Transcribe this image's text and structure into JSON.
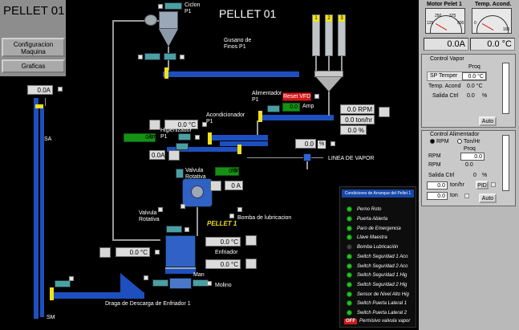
{
  "window": {
    "title": "PELLET  01",
    "diagram_title": "PELLET  01"
  },
  "menu": {
    "config": "Configuracion\nMaquina",
    "graficas": "Graficas"
  },
  "labels": {
    "ciclon": "Ciclon\nP1",
    "gusano": "Gusano de\nFinos P1",
    "alimentador": "Alimentador\nP1",
    "acondicionador": "Acondicionador\nP1",
    "higienizador": "Higienizador\nP1",
    "valvula_rot1": "Valvula\nRotativa",
    "valvula_rot2": "Valvula\nRotativa",
    "linea_vapor": "LINEA DE VAPOR",
    "bomba_lub": "Bomba de lubricacion",
    "pellet1": "PELLET 1",
    "enfriador": "Enfriador",
    "molino": "Molino",
    "man": "Man",
    "draga": "Draga de Descarga de Enfriador 1",
    "sa": "SA",
    "sm": "SM"
  },
  "readouts": {
    "left_amp": "0.0A",
    "acond_temp": "0.0 °C",
    "higien_amp": "0.0",
    "amp_unit": "Amp",
    "valv_amp": "0.0A",
    "motor_amp": "0 A",
    "motor_hz": "0.0",
    "hz_unit": "Hz",
    "alim_amp": "0.0",
    "alim_rpm": "0.0 RPM",
    "alim_ton": "0.0 ton/hr",
    "alim_pct": "0.0 %",
    "vapor_pct": "0.0",
    "pct_unit": "%",
    "enfr_temp1": "0.0 °C",
    "enfr_temp2": "0.0 °C",
    "molino_temp": "0.0 °C",
    "reset_vfd": "Reset VFD"
  },
  "right": {
    "motor_title": "Motor Pelet 1",
    "temp_title": "Temp. Acond.",
    "gauge1_ticks": [
      "125",
      "250",
      "375",
      "500"
    ],
    "gauge2_ticks": [
      "0",
      "100"
    ],
    "motor_val": "0.0A",
    "temp_val": "0.0 °C",
    "vapor": {
      "title": "Control Vapor",
      "proq": "Proq",
      "sp": "SP Temper",
      "sp_val": "0.0 °C",
      "acond": "Temp. Acond",
      "acond_val": "0.0 °C",
      "salida": "Salida Ctrl",
      "salida_val": "0.0",
      "salida_unit": "%",
      "auto": "Auto"
    },
    "alim": {
      "title": "Control Alimentador",
      "rpm_opt": "RPM",
      "ton_opt": "Ton/Hr",
      "proq": "Proq",
      "rpm1": "RPM",
      "rpm1_val": "0.0",
      "rpm2": "RPM",
      "rpm2_val": "0.0",
      "salida": "Salida Ctrl",
      "salida_val": "0",
      "salida_unit": "%",
      "ton_val": "0.0",
      "ton_unit": "ton/hr",
      "ton2_val": "0.0",
      "ton2_unit": "ton",
      "pid": "PID",
      "auto": "Auto"
    }
  },
  "alarms": {
    "title": "Condiciones de Arranque del Pellet 1",
    "items": [
      "Perno Roto",
      "Puerta Abierta",
      "Paro de Emergencia",
      "Llave Maestra",
      "Bomba Lubricación",
      "Switch Seguridad 1 Aco",
      "Switch Seguridad 2 Aco",
      "Switch Seguridad 1 Hig",
      "Switch Seguridad 2 Hig",
      "Sensor de Nivel Alto Hig",
      "Switch Puerta Lateral 1",
      "Switch Puerta Lateral 2",
      "Permisivo valvula vapor"
    ],
    "states": [
      "on",
      "on",
      "on",
      "on",
      "off",
      "on",
      "on",
      "on",
      "on",
      "on",
      "on",
      "on",
      "off"
    ],
    "off_label": "OFF",
    "colors": {
      "on": "#22c422",
      "off": "#444444",
      "off_badge": "#d21a1a"
    }
  },
  "bins": [
    "1",
    "2",
    "3"
  ]
}
